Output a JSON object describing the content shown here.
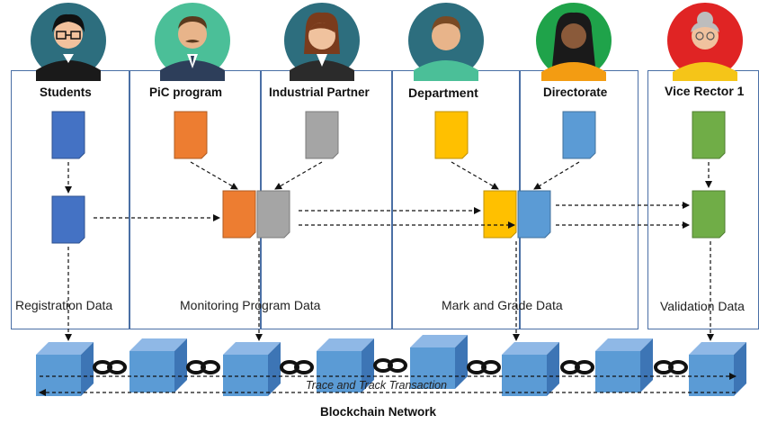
{
  "lanes": [
    {
      "title": "Students",
      "avatar": "student-avatar",
      "color": "#2d6e7e"
    },
    {
      "title": "PiC program",
      "avatar": "pic-program-avatar",
      "color": "#4bbf98"
    },
    {
      "title": "Industrial Partner",
      "avatar": "industrial-partner-avatar",
      "color": "#2d6e7e"
    },
    {
      "title": "Department",
      "avatar": "department-avatar",
      "color": "#2d6e7e"
    },
    {
      "title": "Directorate",
      "avatar": "directorate-avatar",
      "color": "#1fa34a"
    },
    {
      "title": "Vice Rector 1",
      "avatar": "vice-rector-avatar",
      "color": "#e02424"
    }
  ],
  "data_labels": {
    "registration": "Registration Data",
    "monitoring": "Monitoring Program Data",
    "mark_grade": "Mark and Grade Data",
    "validation": "Validation Data"
  },
  "trace_label": "Trace and Track Transaction",
  "footer_label": "Blockchain Network",
  "colors": {
    "doc_blue": "#4472c4",
    "doc_orange": "#ed7d31",
    "doc_gray": "#a5a5a5",
    "doc_yellow": "#ffc000",
    "doc_lightblue": "#5b9bd5",
    "doc_green": "#70ad47",
    "block": "#5b9bd5",
    "lane_border": "#4a6fa5"
  }
}
